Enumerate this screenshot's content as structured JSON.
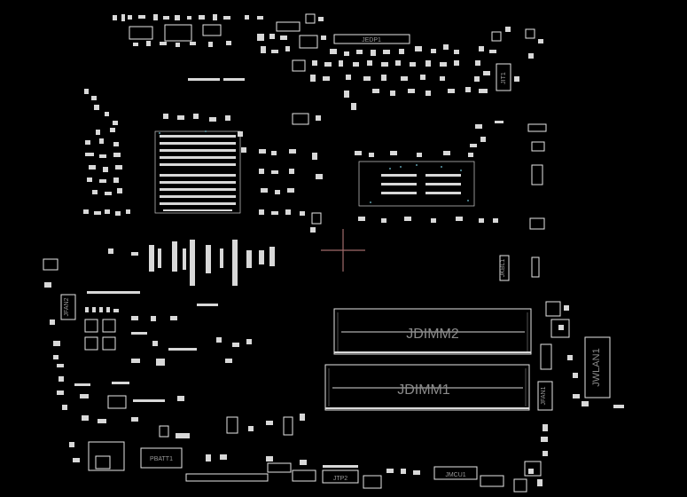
{
  "colors": {
    "background": "#000000",
    "silkscreen": "#e6e6e6",
    "label": "#8a8a8a",
    "crosshair": "#a06a6a",
    "via": "#5a9aa8"
  },
  "connectors": {
    "jedp1": "JEDP1",
    "jit1": "JIT1",
    "jdimm2": "JDIMM2",
    "jdimm1": "JDIMM1",
    "jwlan1": "JWLAN1",
    "jfan2": "JFAN2",
    "jfan1": "JFAN1",
    "pbatt1": "PBATT1",
    "jtp2": "JTP2",
    "jmcu1": "JMCU1",
    "jkbl": "JKBL1"
  }
}
